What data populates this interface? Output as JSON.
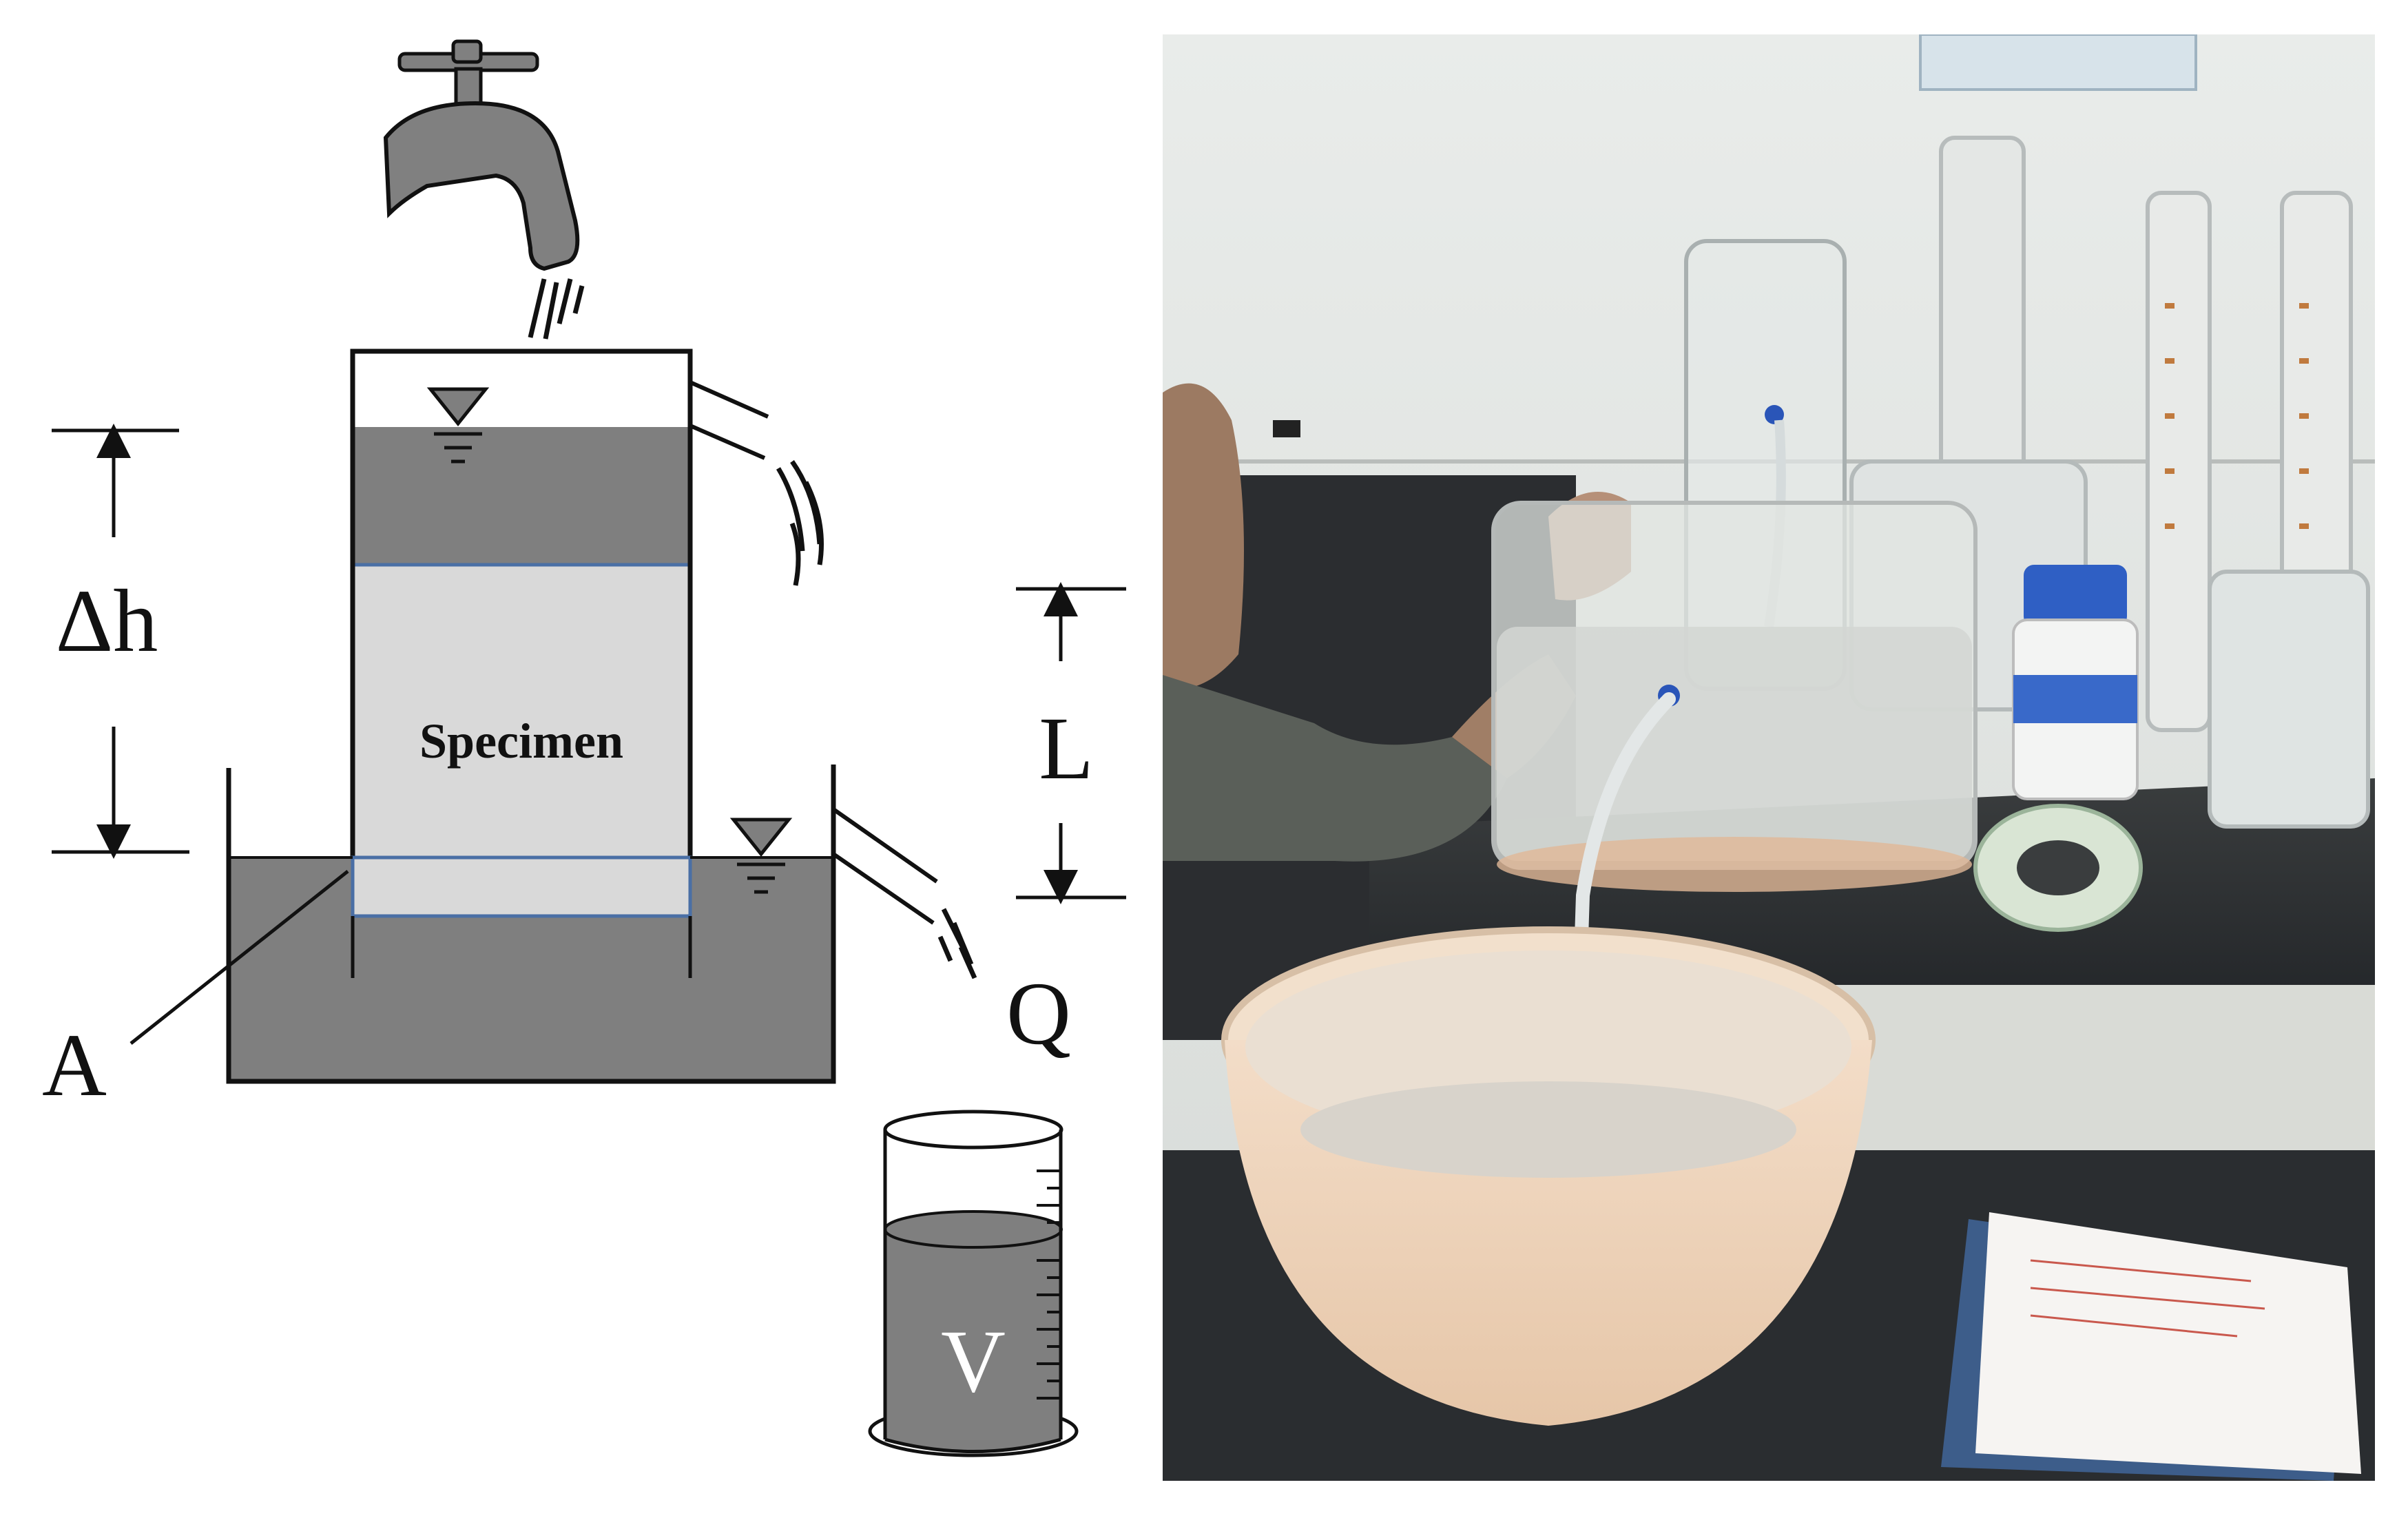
{
  "diagram": {
    "labels": {
      "head_difference": "Δh",
      "length": "L",
      "specimen": "Specimen",
      "area": "A",
      "flow": "Q",
      "volume": "V"
    },
    "colors": {
      "water": "#7f7f7f",
      "specimen_fill": "#d9d9d9",
      "specimen_border": "#4a6fa5",
      "faucet": "#808080",
      "outline": "#111111"
    }
  },
  "photo": {
    "subject": "constant-head permeability test setup in laboratory"
  }
}
